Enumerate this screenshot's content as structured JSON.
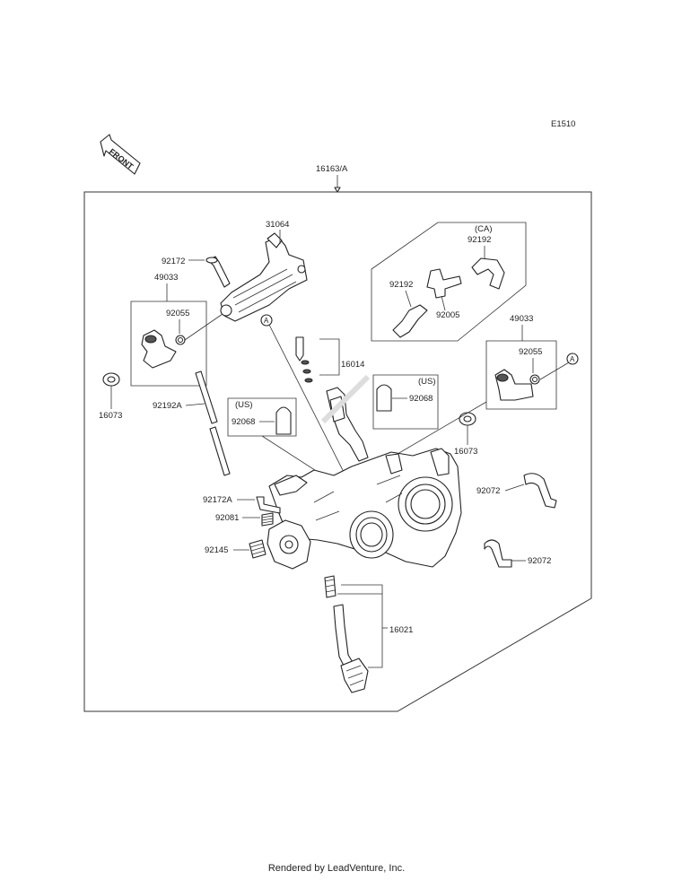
{
  "diagram_code": "E1510",
  "front_label": "FRONT",
  "assembly_label": "16163/A",
  "ref_marker": "A",
  "region_labels": {
    "ca": "(CA)",
    "us_left": "(US)",
    "us_right": "(US)"
  },
  "parts": {
    "p31064": "31064",
    "p92172": "92172",
    "p49033_left": "49033",
    "p92055_left": "92055",
    "p16073_left": "16073",
    "p92192A": "92192A",
    "p92192_top": "92192",
    "p92192_left": "92192",
    "p92005": "92005",
    "p49033_right": "49033",
    "p92055_right": "92055",
    "p16014": "16014",
    "p92068_left": "92068",
    "p92068_right": "92068",
    "p16073_right": "16073",
    "p92172A": "92172A",
    "p92081": "92081",
    "p92145": "92145",
    "p92072_top": "92072",
    "p92072_bottom": "92072",
    "p16021": "16021"
  },
  "footer": "Rendered by LeadVenture, Inc."
}
